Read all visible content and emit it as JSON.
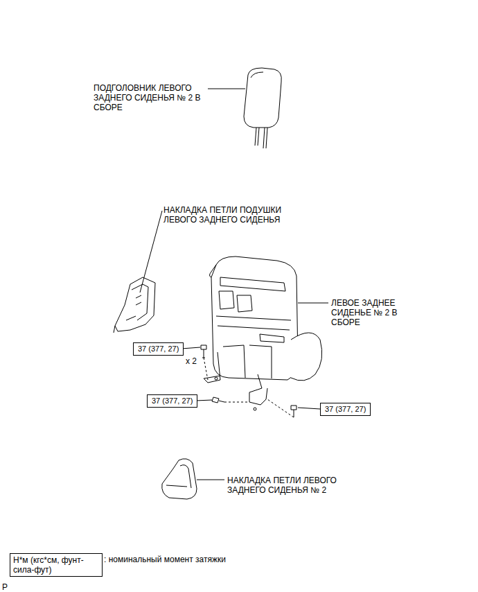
{
  "diagram": {
    "nodes": [
      {
        "text": [
          "37 (377, 27)"
        ]
      },
      {
        "text": [
          "37 (377, 27)"
        ]
      },
      {
        "text": [
          "37 (377, 27)"
        ]
      },
      {
        "text": [
          "Н*м (кгс*см, фунт-сила-фут)",
          ": номинальный момент затяжки"
        ]
      }
    ],
    "labels": [
      "ПОДГОЛОВНИК ЛЕВОГО ЗАДНЕГО СИДЕНЬЯ № 2 В СБОРЕ",
      "НАКЛАДКА ПЕТЛИ ПОДУШКИ ЛЕВОГО ЗАДНЕГО СИДЕНЬЯ",
      "ЛЕВОЕ ЗАДНЕЕ СИДЕНЬЕ № 2 В СБОРЕ",
      "x 2",
      "НАКЛАДКА ПЕТЛИ ЛЕВОГО ЗАДНЕГО СИДЕНЬЯ № 2",
      "P"
    ]
  }
}
